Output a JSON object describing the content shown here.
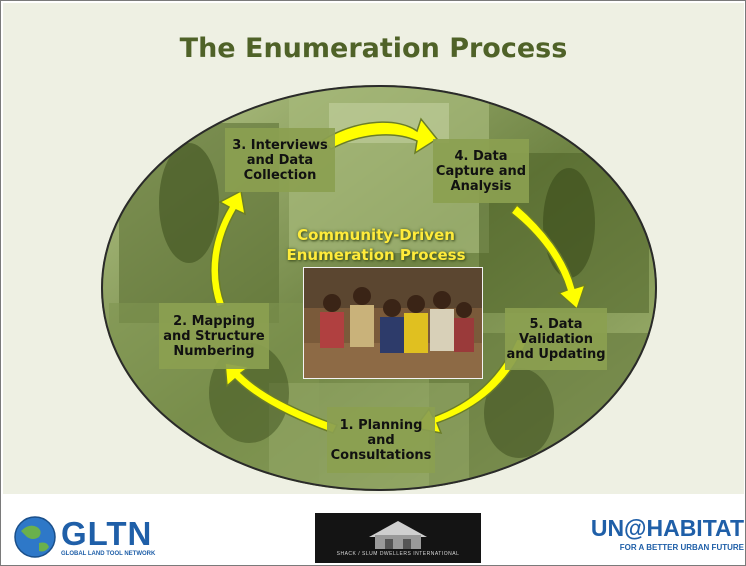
{
  "slide": {
    "title": "The Enumeration Process",
    "center_label": "Community-Driven\nEnumeration Process",
    "steps": [
      {
        "label": "3. Interviews\nand Data\nCollection"
      },
      {
        "label": "4. Data\nCapture and\nAnalysis"
      },
      {
        "label": "2. Mapping\nand Structure\nNumbering"
      },
      {
        "label": "5. Data\nValidation\nand Updating"
      },
      {
        "label": "1.  Planning\nand\nConsultations"
      }
    ]
  },
  "footer": {
    "gltn_logo_text": "GLTN",
    "gltn_logo_subtext": "GLOBAL LAND TOOL NETWORK",
    "middle_logo_text": "SHACK / SLUM DWELLERS INTERNATIONAL",
    "un_logo_text": "UN@HABITAT",
    "un_logo_subtext": "FOR A BETTER URBAN FUTURE"
  },
  "colors": {
    "title": "#4f6228",
    "panel_background": "#eef0e3",
    "box_fill": "#8ba050",
    "arrow_fill": "#ffff00",
    "arrow_outline": "#6b7d28",
    "center_text": "#ffeb3b",
    "logo_blue": "#1f5fa8"
  }
}
